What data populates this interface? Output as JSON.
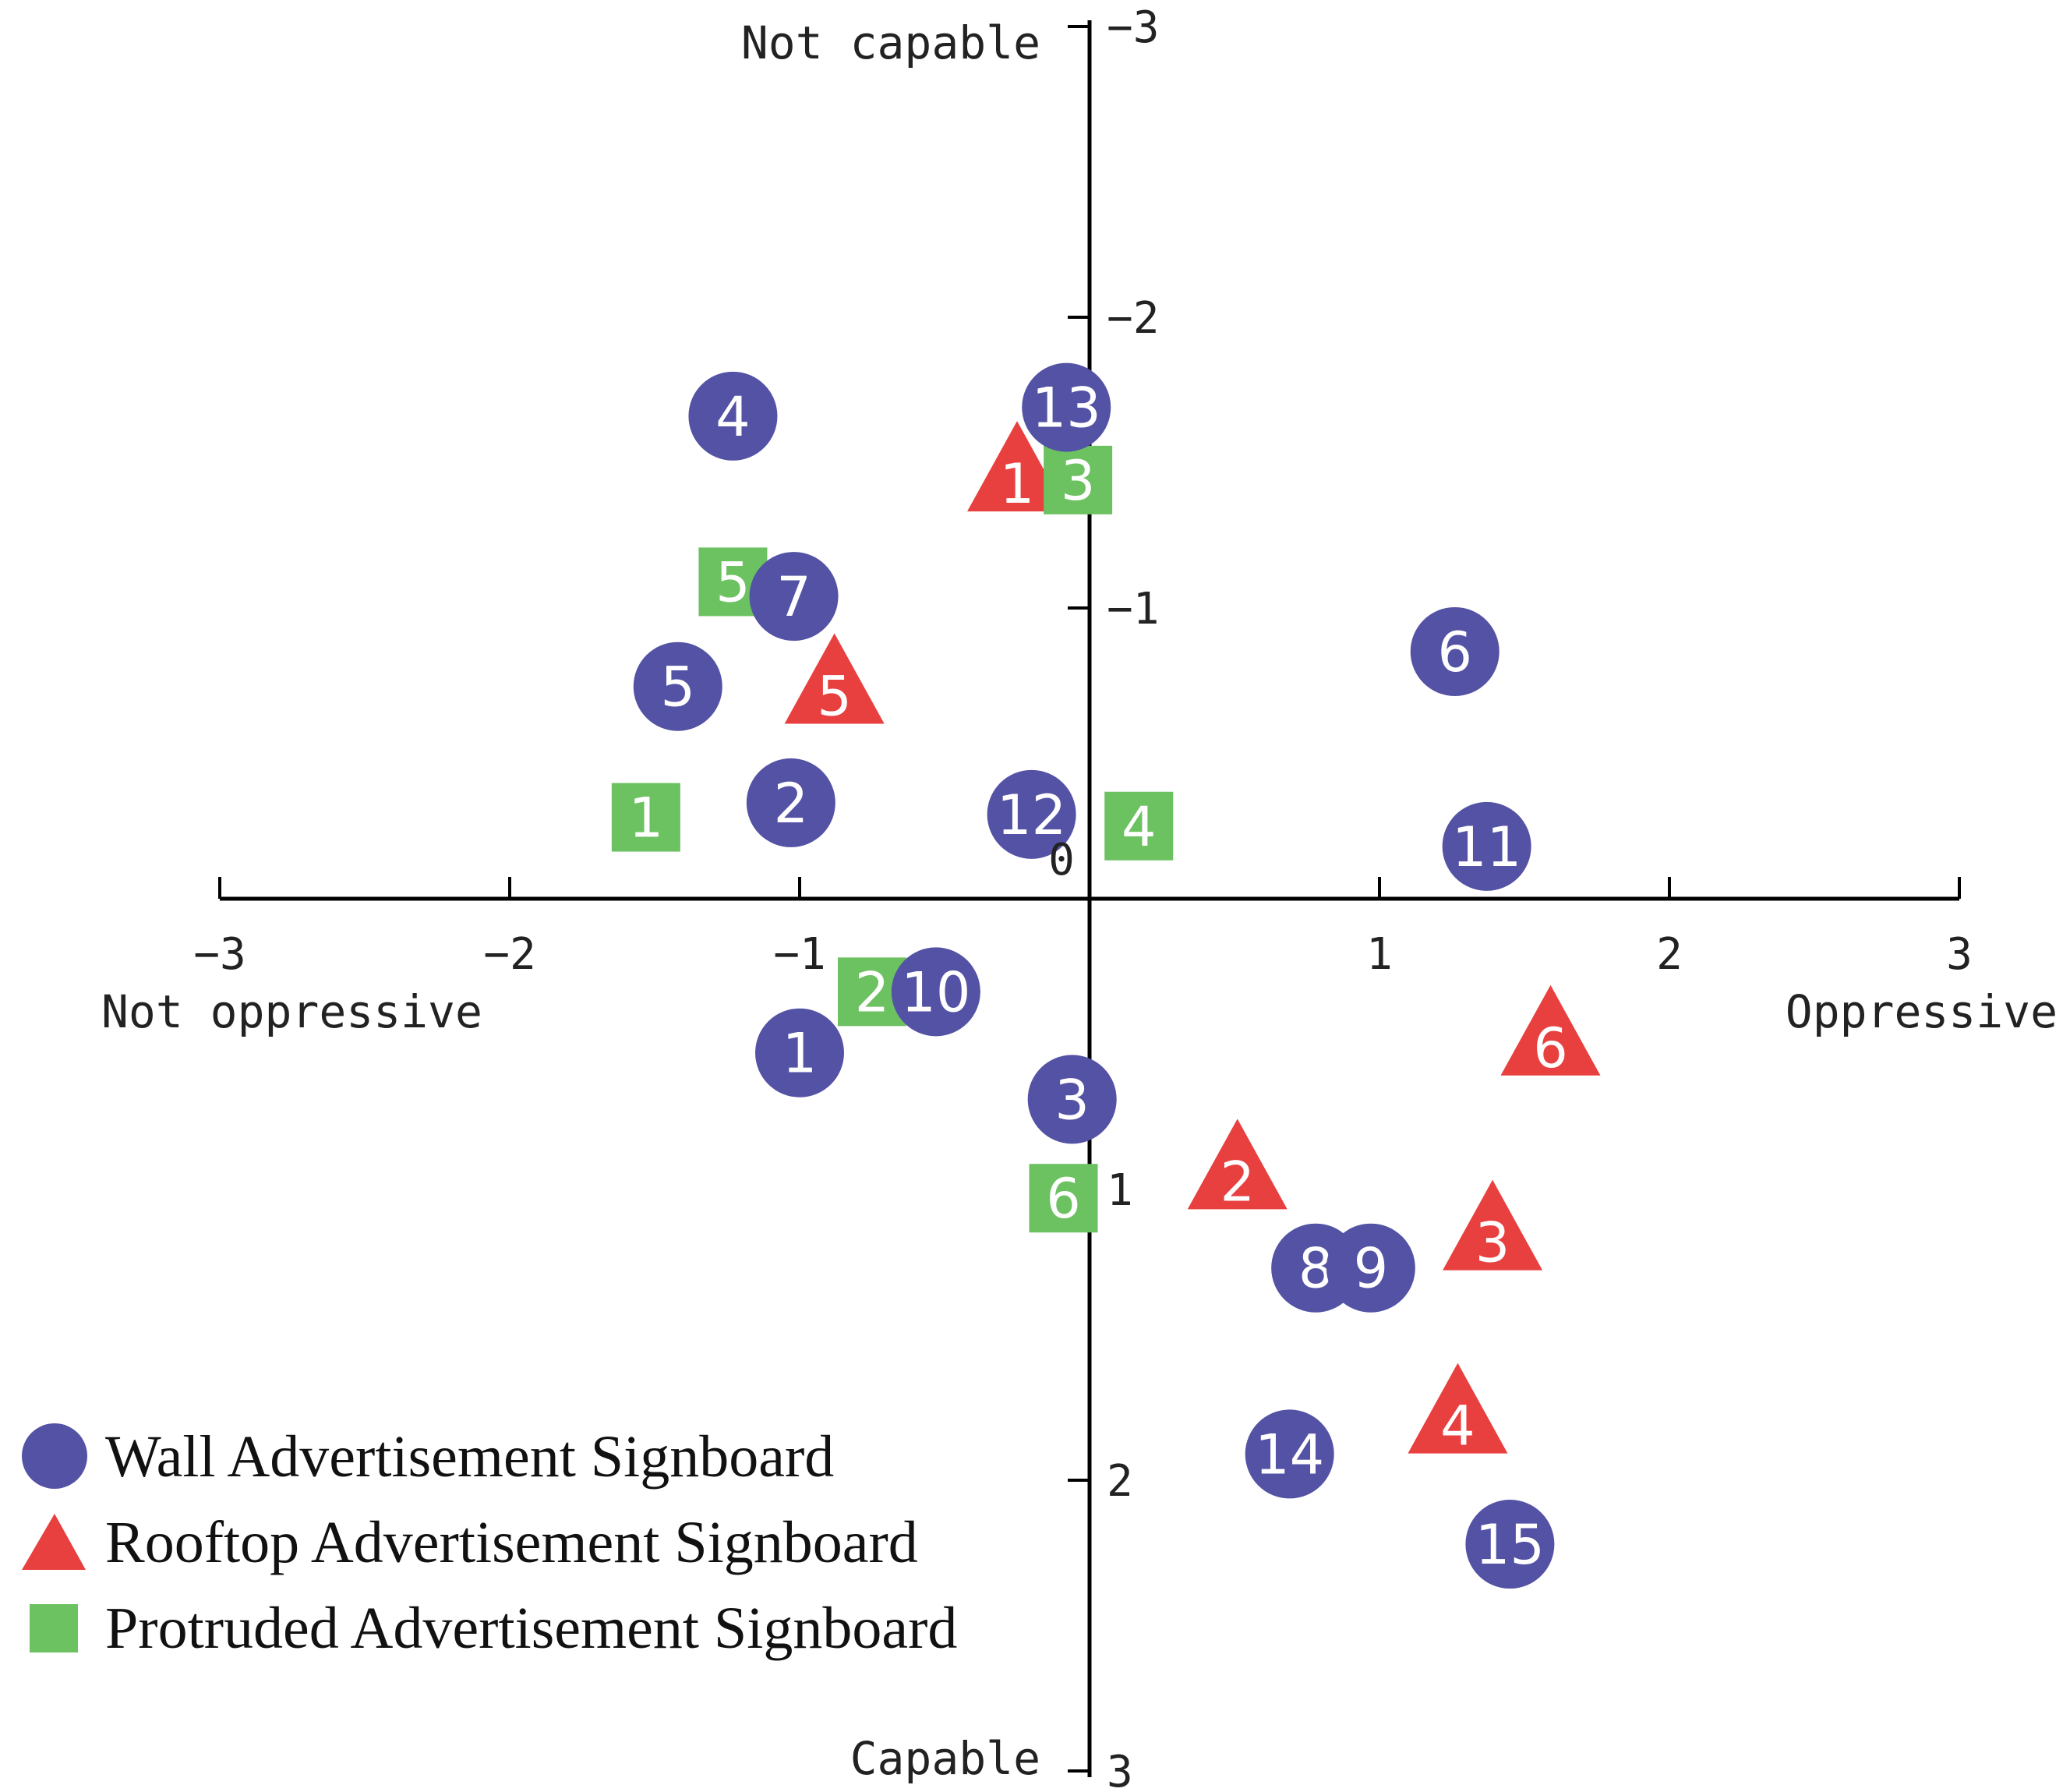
{
  "chart_data": {
    "type": "scatter",
    "title": "",
    "xlim": [
      -3,
      3
    ],
    "ylim": [
      -3,
      3
    ],
    "y_inverted": true,
    "grid": false,
    "legend_position": "bottom-left",
    "x_ticks": [
      {
        "value": -3,
        "label": "−3"
      },
      {
        "value": -2,
        "label": "−2"
      },
      {
        "value": -1,
        "label": "−1"
      },
      {
        "value": 1,
        "label": "1"
      },
      {
        "value": 2,
        "label": "2"
      },
      {
        "value": 3,
        "label": "3"
      }
    ],
    "y_ticks": [
      {
        "value": -3,
        "label": "−3"
      },
      {
        "value": -2,
        "label": "−2"
      },
      {
        "value": -1,
        "label": "−1"
      },
      {
        "value": 1,
        "label": "1"
      },
      {
        "value": 2,
        "label": "2"
      },
      {
        "value": 3,
        "label": "3"
      }
    ],
    "origin_label": "0",
    "axis_titles": {
      "x_negative": "Not oppressive",
      "x_positive": "Oppressive",
      "y_negative": "Not capable",
      "y_positive": "Capable"
    },
    "series": [
      {
        "name": "Wall Advertisement Signboard",
        "shape": "circle",
        "color": "#5352A4",
        "points": [
          {
            "label": "1",
            "x": -1.0,
            "y": 0.53
          },
          {
            "label": "2",
            "x": -1.03,
            "y": -0.33
          },
          {
            "label": "3",
            "x": -0.06,
            "y": 0.69
          },
          {
            "label": "4",
            "x": -1.23,
            "y": -1.66
          },
          {
            "label": "5",
            "x": -1.42,
            "y": -0.73
          },
          {
            "label": "6",
            "x": 1.26,
            "y": -0.85
          },
          {
            "label": "7",
            "x": -1.02,
            "y": -1.04
          },
          {
            "label": "8",
            "x": 0.78,
            "y": 1.27
          },
          {
            "label": "9",
            "x": 0.97,
            "y": 1.27
          },
          {
            "label": "10",
            "x": -0.53,
            "y": 0.32
          },
          {
            "label": "11",
            "x": 1.37,
            "y": -0.18
          },
          {
            "label": "12",
            "x": -0.2,
            "y": -0.29
          },
          {
            "label": "13",
            "x": -0.08,
            "y": -1.69
          },
          {
            "label": "14",
            "x": 0.69,
            "y": 1.91
          },
          {
            "label": "15",
            "x": 1.45,
            "y": 2.22
          }
        ]
      },
      {
        "name": "Rooftop Advertisement Signboard",
        "shape": "triangle",
        "color": "#E8403F",
        "points": [
          {
            "label": "1",
            "x": -0.25,
            "y": -1.45
          },
          {
            "label": "2",
            "x": 0.51,
            "y": 0.95
          },
          {
            "label": "3",
            "x": 1.39,
            "y": 1.16
          },
          {
            "label": "4",
            "x": 1.27,
            "y": 1.79
          },
          {
            "label": "5",
            "x": -0.88,
            "y": -0.72
          },
          {
            "label": "6",
            "x": 1.59,
            "y": 0.49
          }
        ]
      },
      {
        "name": "Protruded Advertisement Signboard",
        "shape": "square",
        "color": "#6CC161",
        "points": [
          {
            "label": "1",
            "x": -1.53,
            "y": -0.28
          },
          {
            "label": "2",
            "x": -0.75,
            "y": 0.32
          },
          {
            "label": "3",
            "x": -0.04,
            "y": -1.44
          },
          {
            "label": "4",
            "x": 0.17,
            "y": -0.25
          },
          {
            "label": "5",
            "x": -1.23,
            "y": -1.09
          },
          {
            "label": "6",
            "x": -0.09,
            "y": 1.03
          }
        ]
      }
    ]
  }
}
